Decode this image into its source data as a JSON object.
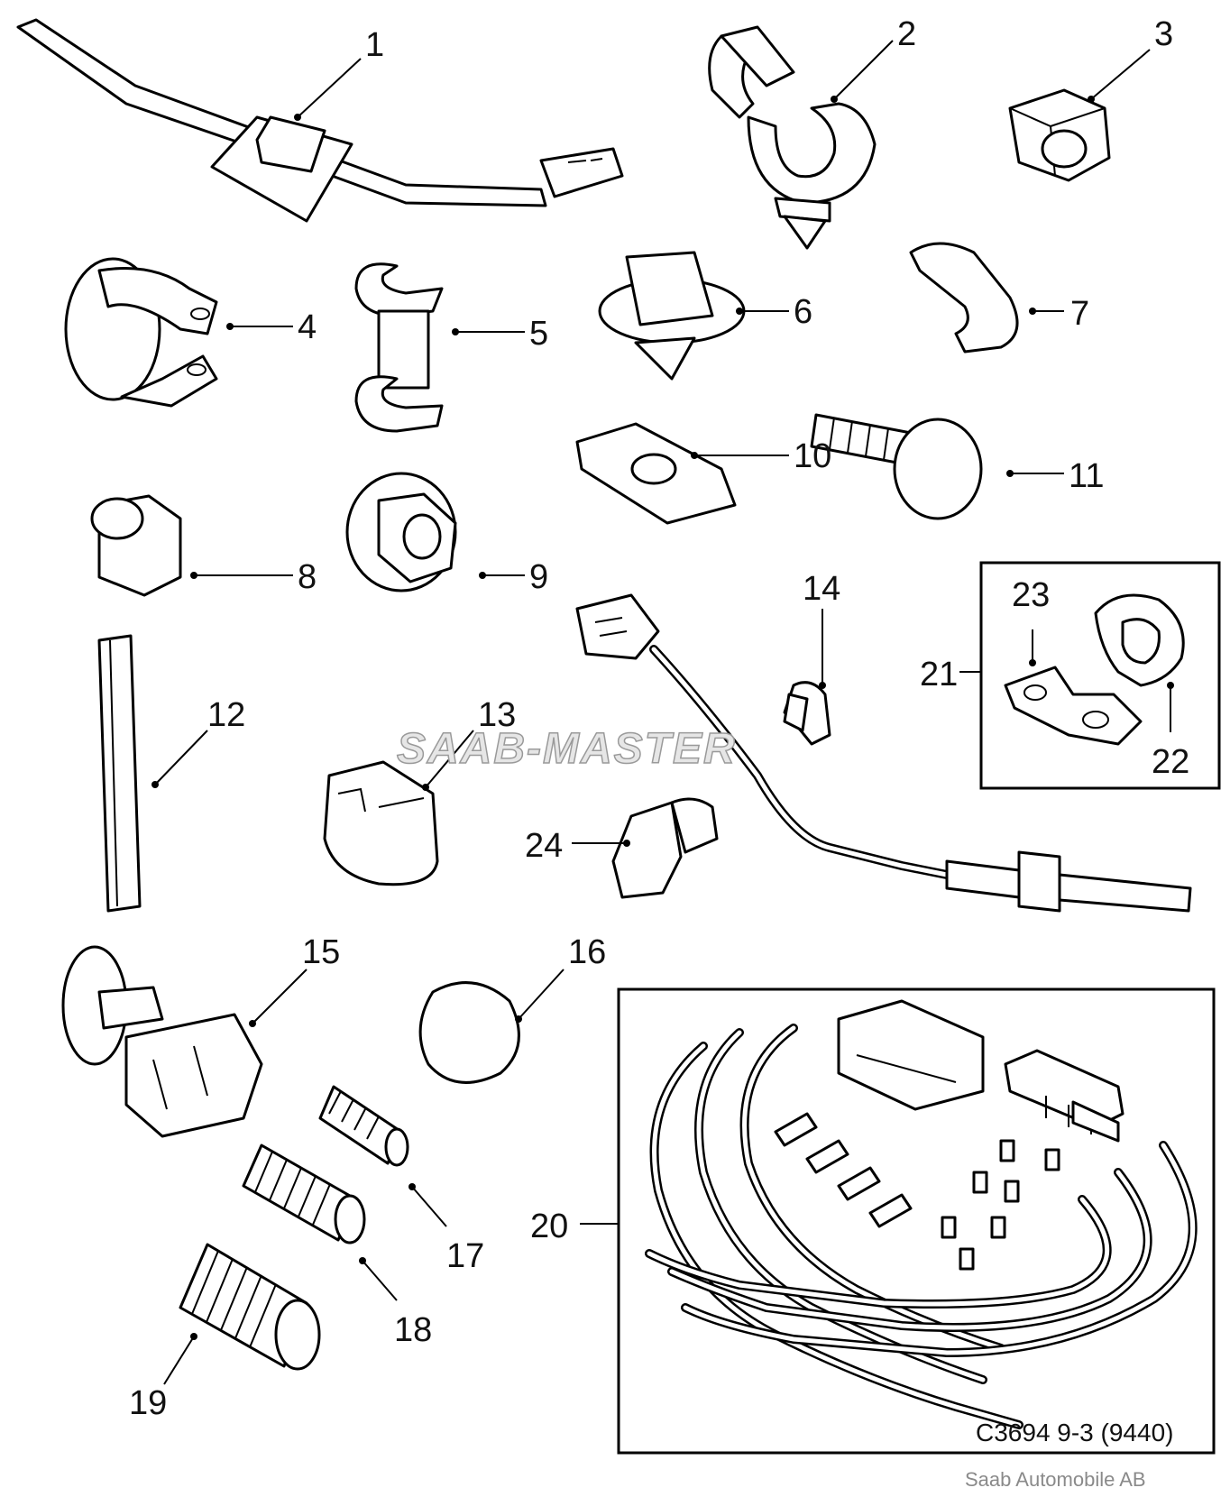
{
  "callouts": [
    "1",
    "2",
    "3",
    "4",
    "5",
    "6",
    "7",
    "8",
    "9",
    "10",
    "11",
    "12",
    "13",
    "14",
    "15",
    "16",
    "17",
    "18",
    "19",
    "20",
    "21",
    "22",
    "23",
    "24"
  ],
  "drawing_code": "C3694 9-3 (9440)",
  "brand": "Saab Automobile AB",
  "watermark": "SAAB-MASTER"
}
